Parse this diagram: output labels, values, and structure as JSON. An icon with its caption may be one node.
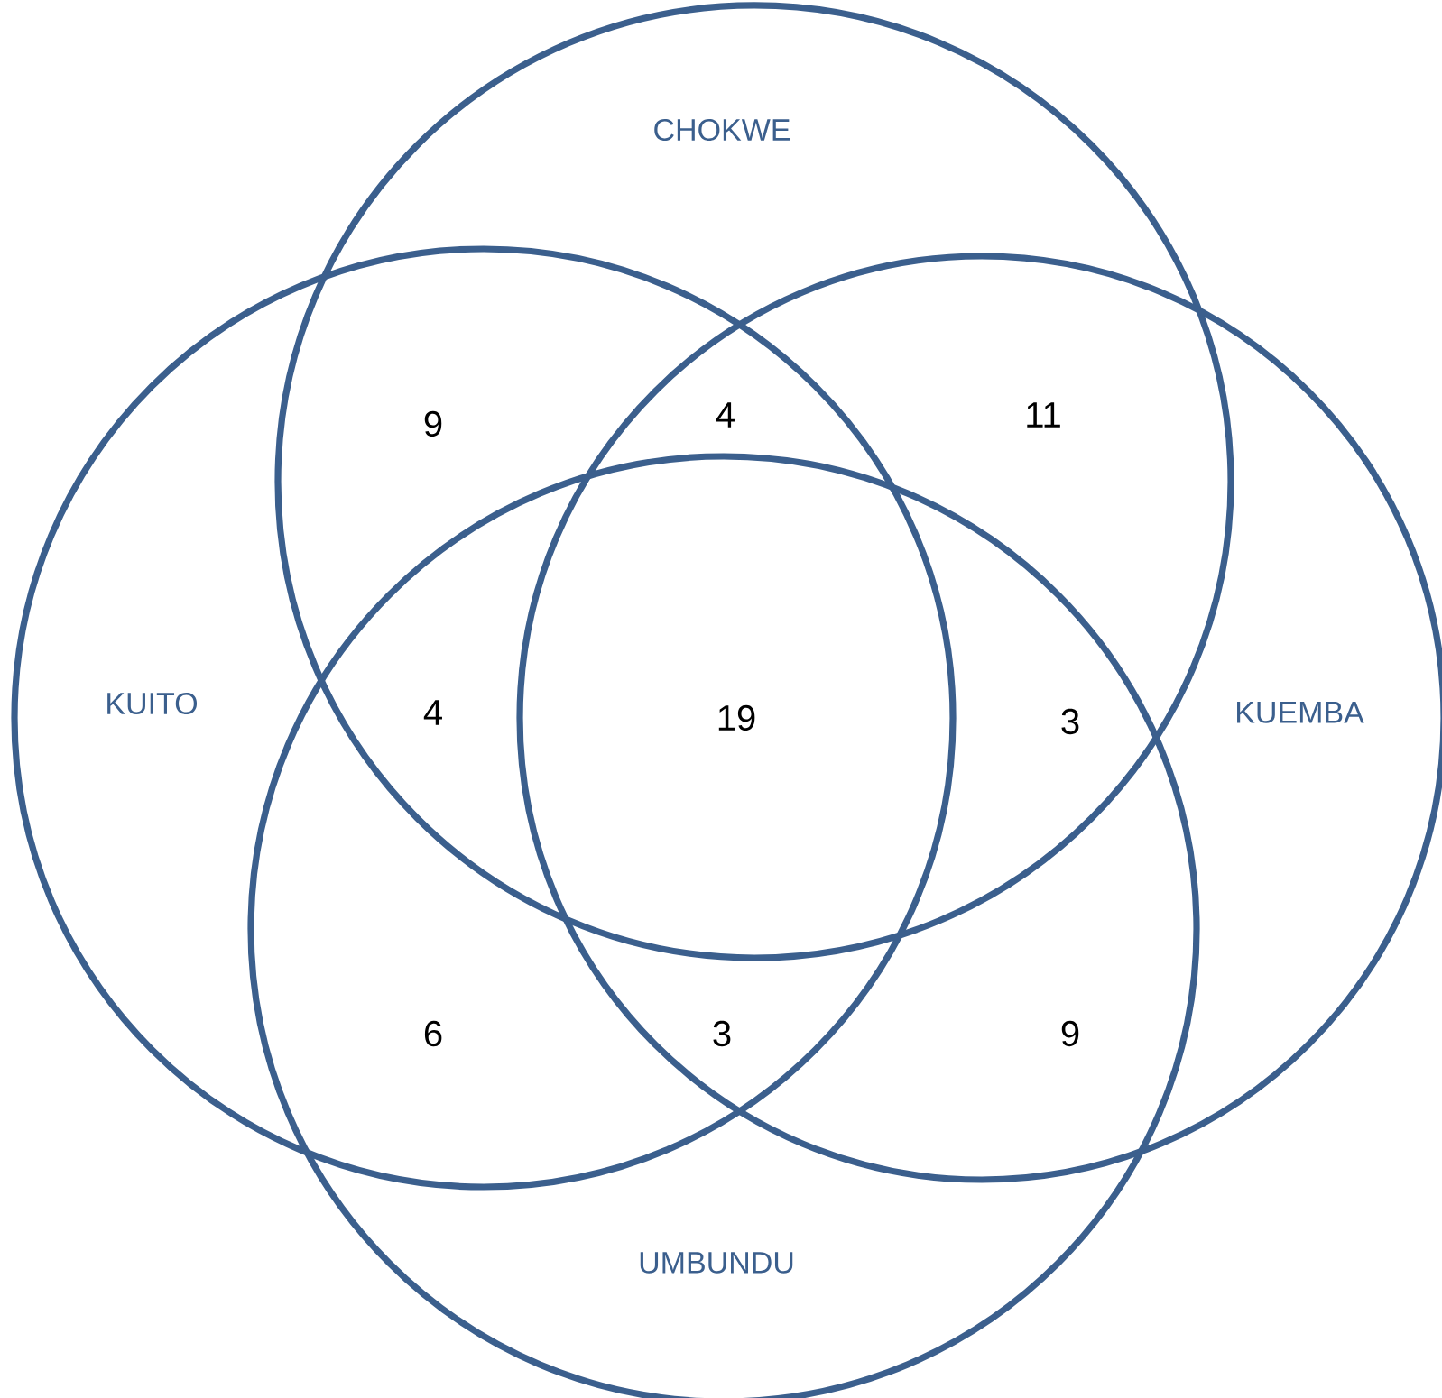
{
  "diagram": {
    "nodes": [
      {
        "text": [
          "CHOKWE"
        ]
      },
      {
        "text": [
          "KUITO"
        ]
      },
      {
        "text": [
          "KUEMBA"
        ]
      },
      {
        "text": [
          "UMBUNDU"
        ]
      }
    ],
    "labels": [
      "9",
      "4",
      "11",
      "4",
      "19",
      "3",
      "6",
      "3",
      "9"
    ]
  }
}
